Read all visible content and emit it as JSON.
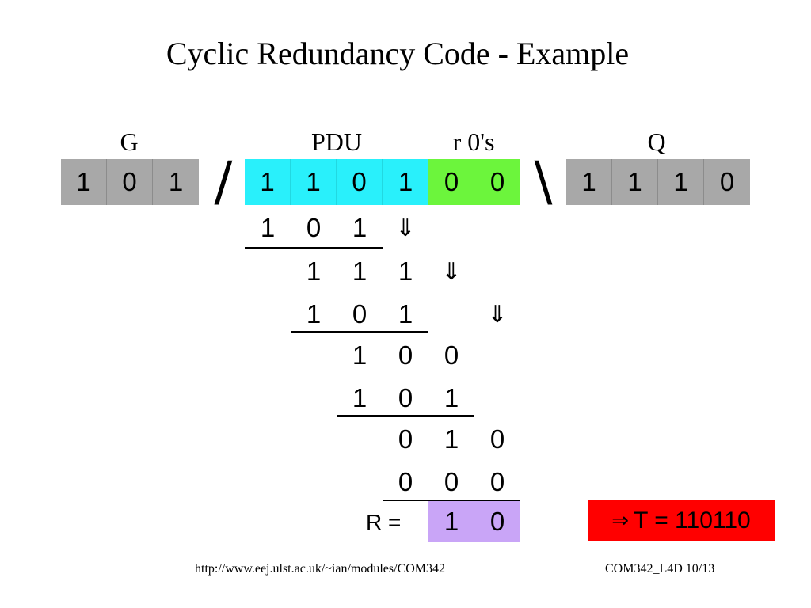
{
  "title": "Cyclic Redundancy Code - Example",
  "headers": {
    "g": "G",
    "pdu": "PDU",
    "zeros": "r 0's",
    "q": "Q"
  },
  "g_bits": [
    "1",
    "0",
    "1"
  ],
  "pdu_bits": [
    "1",
    "1",
    "0",
    "1"
  ],
  "zero_bits": [
    "0",
    "0"
  ],
  "q_bits": [
    "1",
    "1",
    "1",
    "0"
  ],
  "division_symbol": "/",
  "quotient_symbol": "\\",
  "steps": [
    [
      "1",
      "0",
      "1"
    ],
    [
      "1",
      "1",
      "1"
    ],
    [
      "1",
      "0",
      "1"
    ],
    [
      "1",
      "0",
      "0"
    ],
    [
      "1",
      "0",
      "1"
    ],
    [
      "0",
      "1",
      "0"
    ],
    [
      "0",
      "0",
      "0"
    ]
  ],
  "bring_down_arrow": "⇓",
  "remainder_label": "R =",
  "remainder_bits": [
    "1",
    "0"
  ],
  "result": {
    "arrow": "⇒",
    "text": "T = 110110"
  },
  "colors": {
    "divisor": "#a8a8a8",
    "pdu": "#29f0fb",
    "zeros": "#6cf53c",
    "quotient": "#a8a8a8",
    "remainder": "#c9a5f7",
    "result": "#ff0000"
  },
  "footer": {
    "url": "http://www.eej.ulst.ac.uk/~ian/modules/COM342",
    "slide": "COM342_L4D 10/13"
  }
}
